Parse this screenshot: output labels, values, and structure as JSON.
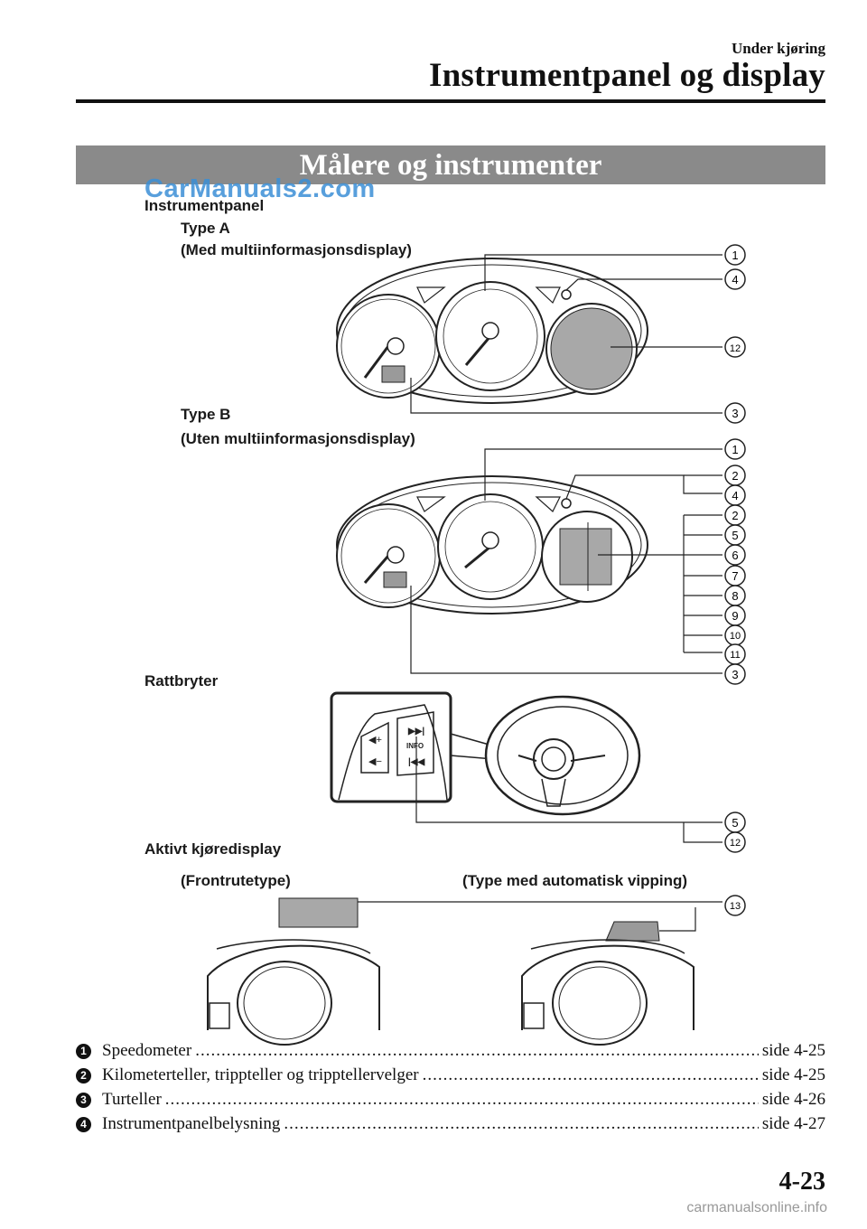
{
  "header": {
    "chapter": "Under kjøring",
    "title": "Instrumentpanel og display"
  },
  "section_title": "Målere og instrumenter",
  "watermark": "CarManuals2.com",
  "figure": {
    "instrument_panel_label": "Instrumentpanel",
    "type_a": {
      "label": "Type A",
      "sub": "(Med multiinformasjonsdisplay)",
      "callouts": [
        "1",
        "4",
        "12",
        "3"
      ]
    },
    "type_b": {
      "label": "Type B",
      "sub": "(Uten multiinformasjonsdisplay)",
      "callouts": [
        "1",
        "2",
        "4",
        "2",
        "5",
        "6",
        "7",
        "8",
        "9",
        "10",
        "11",
        "3"
      ]
    },
    "steering": {
      "label": "Rattbryter",
      "callouts": [
        "5",
        "12"
      ],
      "info_button": "INFO"
    },
    "active_display": {
      "label": "Aktivt kjøredisplay",
      "left_sub": "(Frontrutetype)",
      "right_sub": "(Type med automatisk vipping)",
      "callouts": [
        "13"
      ]
    }
  },
  "items": [
    {
      "num": "1",
      "text": "Speedometer",
      "page": "side 4-25"
    },
    {
      "num": "2",
      "text": "Kilometerteller, trippteller og tripptellervelger",
      "page": "side 4-25"
    },
    {
      "num": "3",
      "text": "Turteller",
      "page": "side 4-26"
    },
    {
      "num": "4",
      "text": "Instrumentpanelbelysning",
      "page": "side 4-27"
    }
  ],
  "page_number": "4-23",
  "footer": "carmanualsonline.info"
}
